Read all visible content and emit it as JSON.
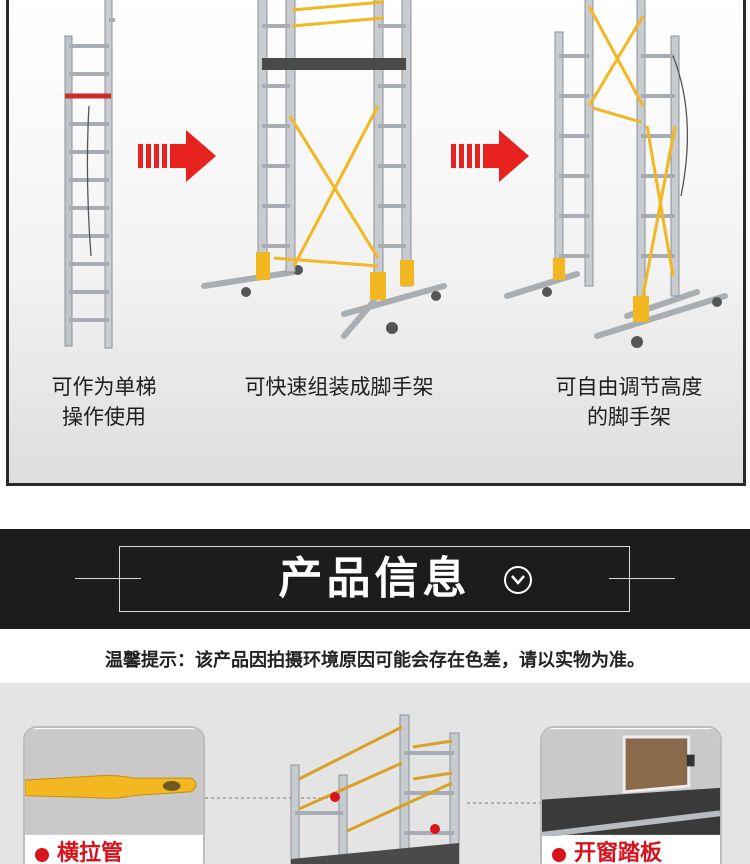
{
  "stages": [
    {
      "caption": "可作为单梯\n操作使用"
    },
    {
      "caption": "可快速组装成脚手架"
    },
    {
      "caption": "可自由调节高度\n的脚手架"
    }
  ],
  "header": {
    "title": "产品信息"
  },
  "notice": "温馨提示：该产品因拍摄环境原因可能会存在色差，请以实物为准。",
  "details": [
    {
      "label": "横拉管"
    },
    {
      "label": "开窗踏板"
    }
  ],
  "colors": {
    "accent_red": "#d8131b",
    "arrow_red": "#e8231f",
    "band": "#1c1c1c",
    "yellow_brace": "#f2b721"
  }
}
